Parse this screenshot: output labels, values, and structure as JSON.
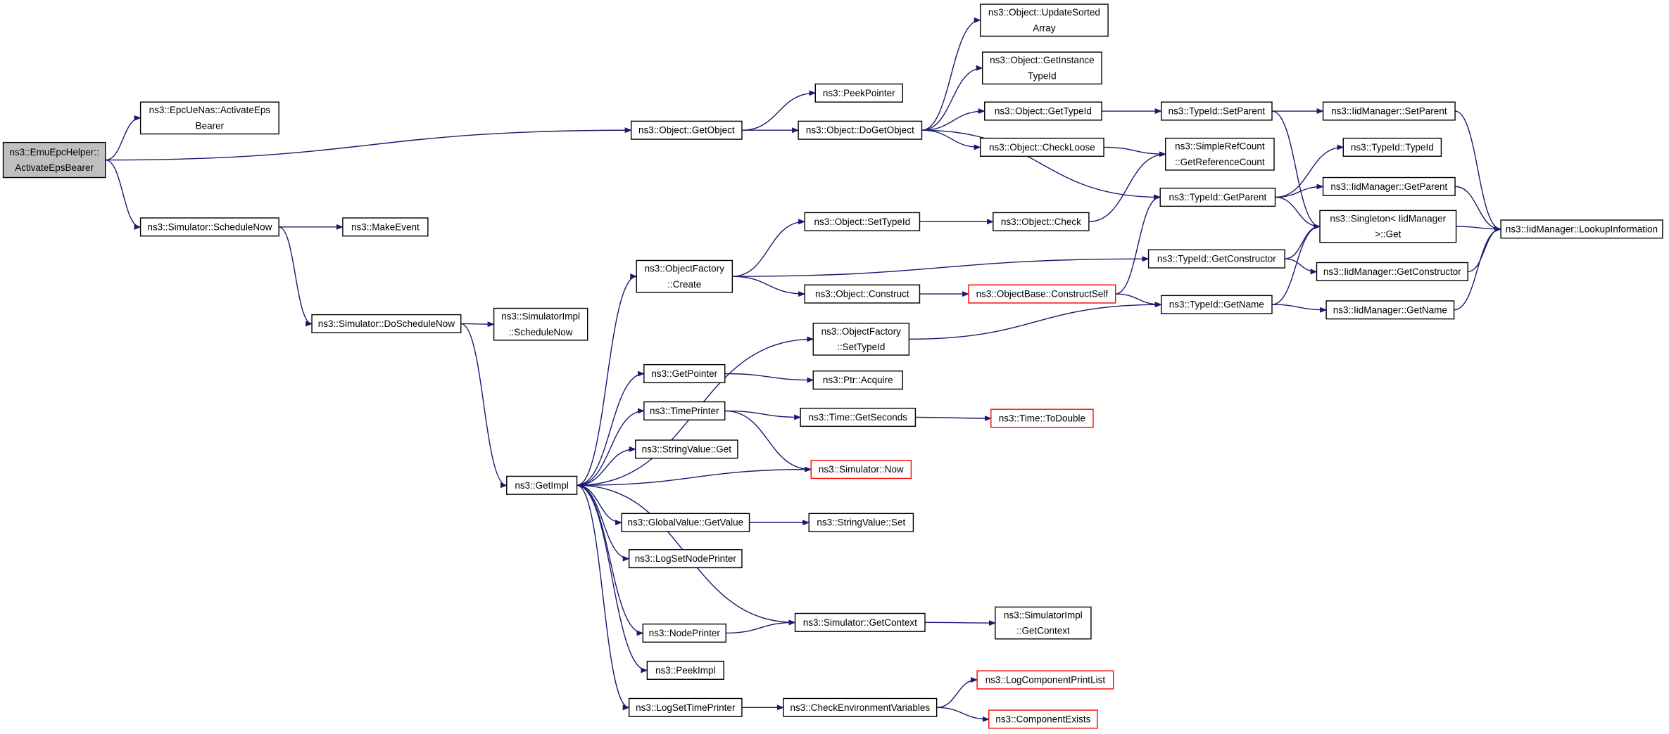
{
  "colors": {
    "edge": "#191970",
    "root_fill": "#bfbfbf",
    "node_border": "#000000",
    "unresolved_border": "#ff0000",
    "background": "#ffffff"
  },
  "nodes": [
    {
      "id": "root",
      "lines": [
        "ns3::EmuEpcHelper::",
        "ActivateEpsBearer"
      ],
      "kind": "root"
    },
    {
      "id": "epcUeNas",
      "lines": [
        "ns3::EpcUeNas::ActivateEps",
        "Bearer"
      ],
      "kind": "normal"
    },
    {
      "id": "getObject",
      "lines": [
        "ns3::Object::GetObject"
      ],
      "kind": "normal"
    },
    {
      "id": "scheduleNow",
      "lines": [
        "ns3::Simulator::ScheduleNow"
      ],
      "kind": "normal"
    },
    {
      "id": "makeEvent",
      "lines": [
        "ns3::MakeEvent"
      ],
      "kind": "normal"
    },
    {
      "id": "doScheduleNow",
      "lines": [
        "ns3::Simulator::DoScheduleNow"
      ],
      "kind": "normal"
    },
    {
      "id": "implScheduleNow",
      "lines": [
        "ns3::SimulatorImpl",
        "::ScheduleNow"
      ],
      "kind": "normal"
    },
    {
      "id": "getImpl",
      "lines": [
        "ns3::GetImpl"
      ],
      "kind": "normal"
    },
    {
      "id": "peekPointer",
      "lines": [
        "ns3::PeekPointer"
      ],
      "kind": "normal"
    },
    {
      "id": "doGetObject",
      "lines": [
        "ns3::Object::DoGetObject"
      ],
      "kind": "normal"
    },
    {
      "id": "updateSorted",
      "lines": [
        "ns3::Object::UpdateSorted",
        "Array"
      ],
      "kind": "normal"
    },
    {
      "id": "getInstanceTypeId",
      "lines": [
        "ns3::Object::GetInstance",
        "TypeId"
      ],
      "kind": "normal"
    },
    {
      "id": "objGetTypeId",
      "lines": [
        "ns3::Object::GetTypeId"
      ],
      "kind": "normal"
    },
    {
      "id": "checkLoose",
      "lines": [
        "ns3::Object::CheckLoose"
      ],
      "kind": "normal"
    },
    {
      "id": "typeIdSetParent",
      "lines": [
        "ns3::TypeId::SetParent"
      ],
      "kind": "normal"
    },
    {
      "id": "getRefCount",
      "lines": [
        "ns3::SimpleRefCount",
        "::GetReferenceCount"
      ],
      "kind": "normal"
    },
    {
      "id": "typeIdGetParent",
      "lines": [
        "ns3::TypeId::GetParent"
      ],
      "kind": "normal"
    },
    {
      "id": "typeIdTypeId",
      "lines": [
        "ns3::TypeId::TypeId"
      ],
      "kind": "normal"
    },
    {
      "id": "singletonGet",
      "lines": [
        "ns3::Singleton< IidManager",
        ">::Get"
      ],
      "kind": "normal"
    },
    {
      "id": "iidSetParent",
      "lines": [
        "ns3::IidManager::SetParent"
      ],
      "kind": "normal"
    },
    {
      "id": "iidGetParent",
      "lines": [
        "ns3::IidManager::GetParent"
      ],
      "kind": "normal"
    },
    {
      "id": "lookupInfo",
      "lines": [
        "ns3::IidManager::LookupInformation"
      ],
      "kind": "normal"
    },
    {
      "id": "objectFactoryCreate",
      "lines": [
        "ns3::ObjectFactory",
        "::Create"
      ],
      "kind": "normal"
    },
    {
      "id": "objSetTypeId",
      "lines": [
        "ns3::Object::SetTypeId"
      ],
      "kind": "normal"
    },
    {
      "id": "objCheck",
      "lines": [
        "ns3::Object::Check"
      ],
      "kind": "normal"
    },
    {
      "id": "typeIdGetConstructor",
      "lines": [
        "ns3::TypeId::GetConstructor"
      ],
      "kind": "normal"
    },
    {
      "id": "iidGetConstructor",
      "lines": [
        "ns3::IidManager::GetConstructor"
      ],
      "kind": "normal"
    },
    {
      "id": "objConstruct",
      "lines": [
        "ns3::Object::Construct"
      ],
      "kind": "normal"
    },
    {
      "id": "constructSelf",
      "lines": [
        "ns3::ObjectBase::ConstructSelf"
      ],
      "kind": "red"
    },
    {
      "id": "typeIdGetName",
      "lines": [
        "ns3::TypeId::GetName"
      ],
      "kind": "normal"
    },
    {
      "id": "iidGetName",
      "lines": [
        "ns3::IidManager::GetName"
      ],
      "kind": "normal"
    },
    {
      "id": "factorySetTypeId",
      "lines": [
        "ns3::ObjectFactory",
        "::SetTypeId"
      ],
      "kind": "normal"
    },
    {
      "id": "getPointer",
      "lines": [
        "ns3::GetPointer"
      ],
      "kind": "normal"
    },
    {
      "id": "ptrAcquire",
      "lines": [
        "ns3::Ptr::Acquire"
      ],
      "kind": "normal"
    },
    {
      "id": "timePrinter",
      "lines": [
        "ns3::TimePrinter"
      ],
      "kind": "normal"
    },
    {
      "id": "timeGetSeconds",
      "lines": [
        "ns3::Time::GetSeconds"
      ],
      "kind": "normal"
    },
    {
      "id": "timeToDouble",
      "lines": [
        "ns3::Time::ToDouble"
      ],
      "kind": "red"
    },
    {
      "id": "stringValueGet",
      "lines": [
        "ns3::StringValue::Get"
      ],
      "kind": "normal"
    },
    {
      "id": "simulatorNow",
      "lines": [
        "ns3::Simulator::Now"
      ],
      "kind": "red"
    },
    {
      "id": "globalGetValue",
      "lines": [
        "ns3::GlobalValue::GetValue"
      ],
      "kind": "normal"
    },
    {
      "id": "stringValueSet",
      "lines": [
        "ns3::StringValue::Set"
      ],
      "kind": "normal"
    },
    {
      "id": "logSetNodePrinter",
      "lines": [
        "ns3::LogSetNodePrinter"
      ],
      "kind": "normal"
    },
    {
      "id": "simGetContext",
      "lines": [
        "ns3::Simulator::GetContext"
      ],
      "kind": "normal"
    },
    {
      "id": "implGetContext",
      "lines": [
        "ns3::SimulatorImpl",
        "::GetContext"
      ],
      "kind": "normal"
    },
    {
      "id": "nodePrinter",
      "lines": [
        "ns3::NodePrinter"
      ],
      "kind": "normal"
    },
    {
      "id": "peekImpl",
      "lines": [
        "ns3::PeekImpl"
      ],
      "kind": "normal"
    },
    {
      "id": "logSetTimePrinter",
      "lines": [
        "ns3::LogSetTimePrinter"
      ],
      "kind": "normal"
    },
    {
      "id": "checkEnvVars",
      "lines": [
        "ns3::CheckEnvironmentVariables"
      ],
      "kind": "normal"
    },
    {
      "id": "logComponentPrintList",
      "lines": [
        "ns3::LogComponentPrintList"
      ],
      "kind": "red"
    },
    {
      "id": "componentExists",
      "lines": [
        "ns3::ComponentExists"
      ],
      "kind": "red"
    }
  ],
  "edges": [
    [
      "root",
      "epcUeNas"
    ],
    [
      "root",
      "getObject"
    ],
    [
      "root",
      "scheduleNow"
    ],
    [
      "getObject",
      "peekPointer"
    ],
    [
      "getObject",
      "doGetObject"
    ],
    [
      "doGetObject",
      "updateSorted"
    ],
    [
      "doGetObject",
      "getInstanceTypeId"
    ],
    [
      "doGetObject",
      "objGetTypeId"
    ],
    [
      "doGetObject",
      "checkLoose"
    ],
    [
      "doGetObject",
      "typeIdGetParent"
    ],
    [
      "objGetTypeId",
      "typeIdSetParent"
    ],
    [
      "typeIdSetParent",
      "iidSetParent"
    ],
    [
      "typeIdSetParent",
      "singletonGet"
    ],
    [
      "iidSetParent",
      "lookupInfo"
    ],
    [
      "checkLoose",
      "getRefCount"
    ],
    [
      "typeIdGetParent",
      "typeIdTypeId"
    ],
    [
      "typeIdGetParent",
      "iidGetParent"
    ],
    [
      "typeIdGetParent",
      "singletonGet"
    ],
    [
      "iidGetParent",
      "lookupInfo"
    ],
    [
      "singletonGet",
      "lookupInfo"
    ],
    [
      "scheduleNow",
      "makeEvent"
    ],
    [
      "scheduleNow",
      "doScheduleNow"
    ],
    [
      "doScheduleNow",
      "implScheduleNow"
    ],
    [
      "doScheduleNow",
      "getImpl"
    ],
    [
      "getImpl",
      "objectFactoryCreate"
    ],
    [
      "getImpl",
      "factorySetTypeId"
    ],
    [
      "getImpl",
      "getPointer"
    ],
    [
      "getImpl",
      "timePrinter"
    ],
    [
      "getImpl",
      "stringValueGet"
    ],
    [
      "getImpl",
      "globalGetValue"
    ],
    [
      "getImpl",
      "logSetNodePrinter"
    ],
    [
      "getImpl",
      "nodePrinter"
    ],
    [
      "getImpl",
      "peekImpl"
    ],
    [
      "getImpl",
      "logSetTimePrinter"
    ],
    [
      "objectFactoryCreate",
      "objSetTypeId"
    ],
    [
      "objectFactoryCreate",
      "typeIdGetConstructor"
    ],
    [
      "objectFactoryCreate",
      "objConstruct"
    ],
    [
      "objSetTypeId",
      "objCheck"
    ],
    [
      "objCheck",
      "getRefCount"
    ],
    [
      "typeIdGetConstructor",
      "singletonGet"
    ],
    [
      "typeIdGetConstructor",
      "iidGetConstructor"
    ],
    [
      "iidGetConstructor",
      "lookupInfo"
    ],
    [
      "objConstruct",
      "constructSelf"
    ],
    [
      "constructSelf",
      "typeIdGetParent"
    ],
    [
      "constructSelf",
      "typeIdGetName"
    ],
    [
      "typeIdGetName",
      "singletonGet"
    ],
    [
      "typeIdGetName",
      "iidGetName"
    ],
    [
      "iidGetName",
      "lookupInfo"
    ],
    [
      "factorySetTypeId",
      "typeIdGetName"
    ],
    [
      "getPointer",
      "ptrAcquire"
    ],
    [
      "timePrinter",
      "timeGetSeconds"
    ],
    [
      "timePrinter",
      "simulatorNow"
    ],
    [
      "timeGetSeconds",
      "timeToDouble"
    ],
    [
      "simulatorNow",
      "getImpl"
    ],
    [
      "globalGetValue",
      "stringValueSet"
    ],
    [
      "simGetContext",
      "getImpl"
    ],
    [
      "simGetContext",
      "implGetContext"
    ],
    [
      "nodePrinter",
      "simGetContext"
    ],
    [
      "logSetTimePrinter",
      "checkEnvVars"
    ],
    [
      "checkEnvVars",
      "logComponentPrintList"
    ],
    [
      "checkEnvVars",
      "componentExists"
    ]
  ]
}
